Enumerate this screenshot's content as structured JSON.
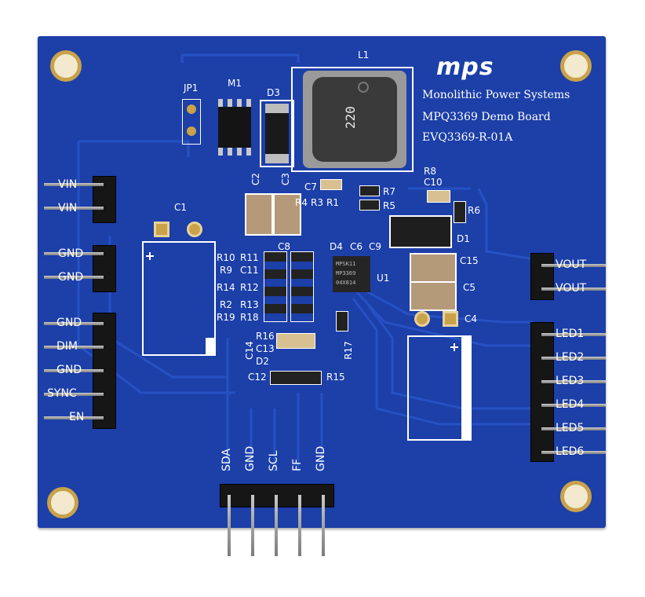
{
  "brand": {
    "logo": "mps",
    "line1": "Monolithic Power Systems",
    "line2": "MPQ3369 Demo Board",
    "line3": "EVQ3369-R-01A"
  },
  "left_headers": {
    "vin": [
      "VIN",
      "VIN"
    ],
    "gnd": [
      "GND",
      "GND"
    ],
    "ctrl": [
      "GND",
      "DIM",
      "GND",
      "SYNC",
      "EN"
    ]
  },
  "right_headers": {
    "vout": [
      "VOUT",
      "VOUT"
    ],
    "leds": [
      "LED1",
      "LED2",
      "LED3",
      "LED4",
      "LED5",
      "LED6"
    ]
  },
  "bottom_header": [
    "SDA",
    "GND",
    "SCL",
    "FF",
    "GND"
  ],
  "refdes": {
    "l1": "L1",
    "jp1": "JP1",
    "m1": "M1",
    "d3": "D3",
    "c1": "C1",
    "c2": "C2",
    "c3": "C3",
    "c4": "C4",
    "c5": "C5",
    "c6": "C6",
    "c7": "C7",
    "c8": "C8",
    "c9": "C9",
    "c10": "C10",
    "c11": "C11",
    "c12": "C12",
    "c13": "C13",
    "c14": "C14",
    "c15": "C15",
    "d1": "D1",
    "d2": "D2",
    "d4": "D4",
    "u1": "U1",
    "r1": "R1",
    "r2": "R2",
    "r3": "R3",
    "r4": "R4",
    "r5": "R5",
    "r6": "R6",
    "r7": "R7",
    "r8": "R8",
    "r9": "R9",
    "r10": "R10",
    "r11": "R11",
    "r12": "R12",
    "r13": "R13",
    "r14": "R14",
    "r15": "R15",
    "r16": "R16",
    "r17": "R17",
    "r18": "R18",
    "r19": "R19"
  },
  "inductor_marking": "220",
  "ic_marking": [
    "MPSK11",
    "MP3369",
    "04X814"
  ],
  "colors": {
    "pcb": "#1c3fa8",
    "silkscreen": "#ffffff",
    "pad_gold": "#c9a24a"
  }
}
